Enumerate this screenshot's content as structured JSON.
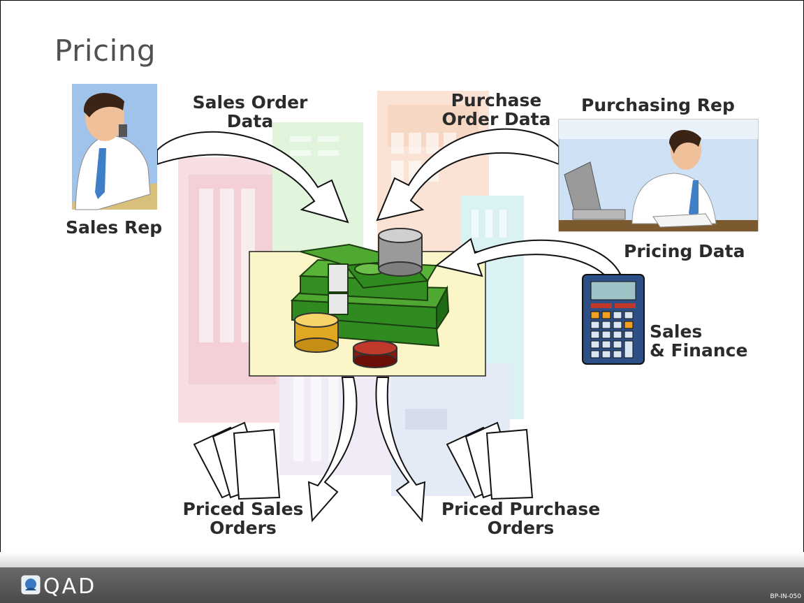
{
  "slide": {
    "title": "Pricing",
    "brand": "QAD",
    "code": "BP-IN-050"
  },
  "roles": {
    "sales_rep": "Sales Rep",
    "purchasing_rep": "Purchasing Rep",
    "sales_finance_line1": "Sales",
    "sales_finance_line2": "& Finance"
  },
  "flows": {
    "sales_order_data_line1": "Sales Order",
    "sales_order_data_line2": "Data",
    "purchase_order_data_line1": "Purchase",
    "purchase_order_data_line2": "Order Data",
    "pricing_data": "Pricing Data",
    "priced_sales_orders_line1": "Priced Sales",
    "priced_sales_orders_line2": "Orders",
    "priced_purchase_orders_line1": "Priced Purchase",
    "priced_purchase_orders_line2": "Orders"
  },
  "colors": {
    "money_green": "#2f8a1f",
    "panel_yellow": "#fbf6c8",
    "footer": "#555555"
  }
}
